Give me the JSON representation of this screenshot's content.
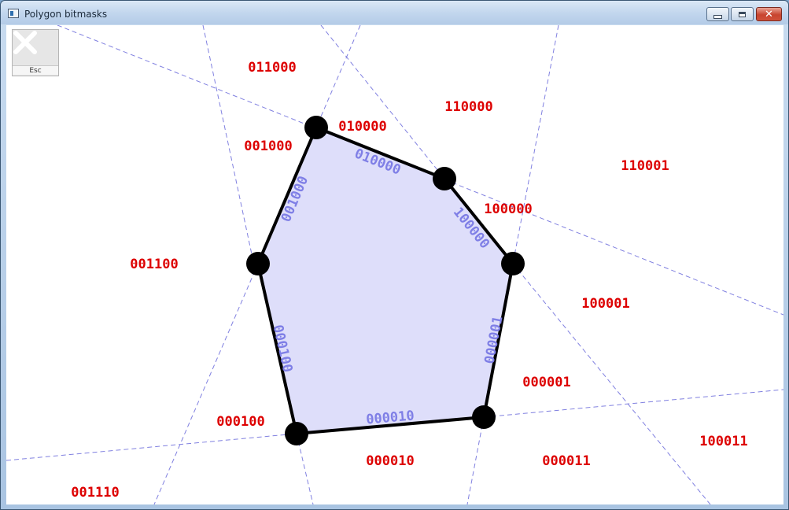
{
  "window": {
    "title": "Polygon bitmasks",
    "minimize_symbol": "",
    "maximize_symbol": "",
    "close_symbol": "✕"
  },
  "esc_button": {
    "label": "Esc"
  },
  "colors": {
    "region_label": "#dd0000",
    "edge_label": "#7f7fe6",
    "polygon_fill": "#dedefa",
    "polygon_stroke": "#000000",
    "guide_line": "#8080e0",
    "vertex": "#000000"
  },
  "diagram": {
    "vertex_count": 6,
    "vertex_radius": 15,
    "region_labels": [
      {
        "text": "011000"
      },
      {
        "text": "110000"
      },
      {
        "text": "010000"
      },
      {
        "text": "001000"
      },
      {
        "text": "110001"
      },
      {
        "text": "100000"
      },
      {
        "text": "001100"
      },
      {
        "text": "100001"
      },
      {
        "text": "000001"
      },
      {
        "text": "000100"
      },
      {
        "text": "100011"
      },
      {
        "text": "000010"
      },
      {
        "text": "000011"
      },
      {
        "text": "001110"
      }
    ],
    "edge_labels": [
      {
        "text": "010000"
      },
      {
        "text": "100000"
      },
      {
        "text": "000001"
      },
      {
        "text": "000010"
      },
      {
        "text": "000100"
      },
      {
        "text": "001000"
      }
    ]
  }
}
